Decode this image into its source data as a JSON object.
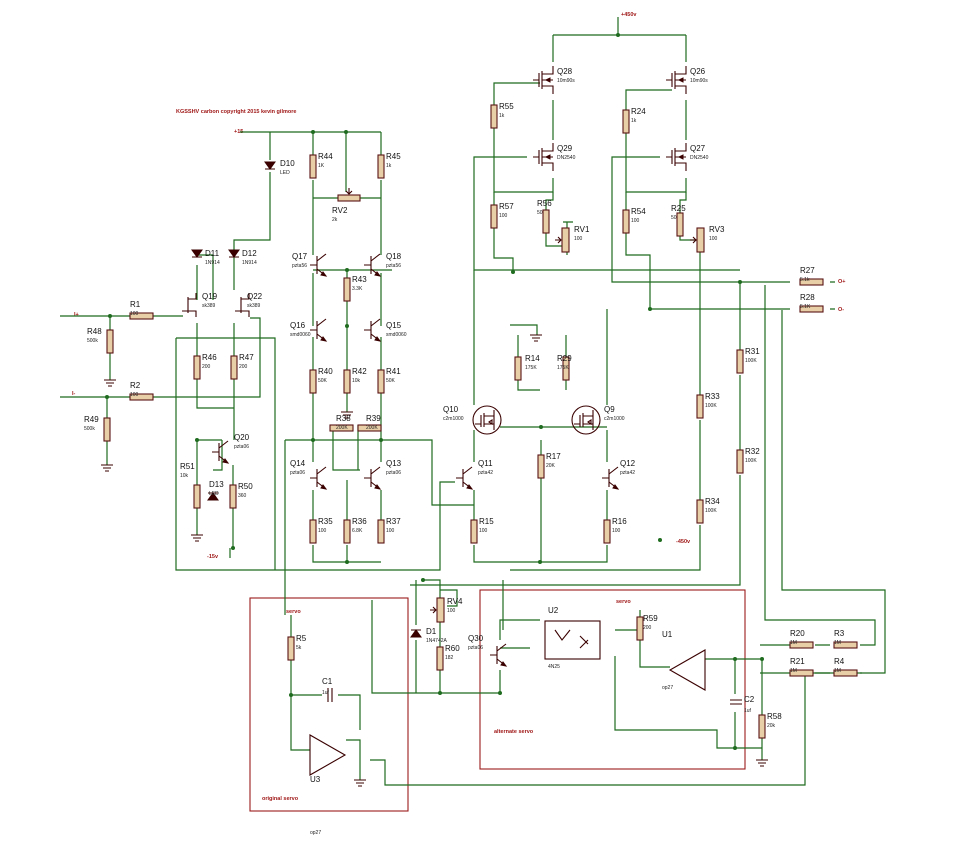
{
  "title": "KGSSHV carbon copyright 2015 kevin gilmore",
  "rails": {
    "p450": "+450v",
    "p15": "+15",
    "m15": "-15v",
    "m450": "-450v"
  },
  "io": {
    "in_p": "I+",
    "in_m": "I-",
    "out_p": "O+",
    "out_m": "O-"
  },
  "boxes": {
    "original": "original servo",
    "alternate": "alternate servo",
    "servo_a": "servo",
    "servo_b": "servo"
  },
  "resistors": [
    {
      "ref": "R1",
      "val": "100"
    },
    {
      "ref": "R2",
      "val": "100"
    },
    {
      "ref": "R48",
      "val": "500k"
    },
    {
      "ref": "R49",
      "val": "500k"
    },
    {
      "ref": "R46",
      "val": "200"
    },
    {
      "ref": "R47",
      "val": "200"
    },
    {
      "ref": "R51",
      "val": "10k"
    },
    {
      "ref": "R50",
      "val": "360"
    },
    {
      "ref": "R44",
      "val": "1K"
    },
    {
      "ref": "R45",
      "val": "1k"
    },
    {
      "ref": "R43",
      "val": "3.3K"
    },
    {
      "ref": "R40",
      "val": "50K"
    },
    {
      "ref": "R42",
      "val": "10k"
    },
    {
      "ref": "R41",
      "val": "50K"
    },
    {
      "ref": "R38",
      "val": "200K"
    },
    {
      "ref": "R39",
      "val": "200K"
    },
    {
      "ref": "R35",
      "val": "100"
    },
    {
      "ref": "R36",
      "val": "6.8K"
    },
    {
      "ref": "R37",
      "val": "100"
    },
    {
      "ref": "R55",
      "val": "1k"
    },
    {
      "ref": "R57",
      "val": "100"
    },
    {
      "ref": "R56",
      "val": "50"
    },
    {
      "ref": "R24",
      "val": "1k"
    },
    {
      "ref": "R54",
      "val": "100"
    },
    {
      "ref": "R25",
      "val": "50"
    },
    {
      "ref": "R14",
      "val": "175K"
    },
    {
      "ref": "R29",
      "val": "175K"
    },
    {
      "ref": "R17",
      "val": "20K"
    },
    {
      "ref": "R15",
      "val": "100"
    },
    {
      "ref": "R16",
      "val": "100"
    },
    {
      "ref": "R31",
      "val": "100K"
    },
    {
      "ref": "R33",
      "val": "100K"
    },
    {
      "ref": "R32",
      "val": "100K"
    },
    {
      "ref": "R34",
      "val": "100K"
    },
    {
      "ref": "R27",
      "val": "5.1k"
    },
    {
      "ref": "R28",
      "val": "5.1K"
    },
    {
      "ref": "R5",
      "val": "5k"
    },
    {
      "ref": "R60",
      "val": "182"
    },
    {
      "ref": "R59",
      "val": "200"
    },
    {
      "ref": "R20",
      "val": "1M"
    },
    {
      "ref": "R3",
      "val": "1M"
    },
    {
      "ref": "R21",
      "val": "1M"
    },
    {
      "ref": "R4",
      "val": "1M"
    },
    {
      "ref": "R58",
      "val": "20k"
    }
  ],
  "pots": [
    {
      "ref": "RV2",
      "val": "2k"
    },
    {
      "ref": "RV1",
      "val": "100"
    },
    {
      "ref": "RV3",
      "val": "100"
    },
    {
      "ref": "RV4",
      "val": "100"
    }
  ],
  "transistors": [
    {
      "ref": "Q19",
      "val": "sk389"
    },
    {
      "ref": "Q22",
      "val": "sk389"
    },
    {
      "ref": "Q20",
      "val": "pzta06"
    },
    {
      "ref": "Q17",
      "val": "pzta56"
    },
    {
      "ref": "Q18",
      "val": "pzta56"
    },
    {
      "ref": "Q16",
      "val": "smd0060"
    },
    {
      "ref": "Q15",
      "val": "smd0060"
    },
    {
      "ref": "Q14",
      "val": "pzta06"
    },
    {
      "ref": "Q13",
      "val": "pzta06"
    },
    {
      "ref": "Q28",
      "val": "10m90s"
    },
    {
      "ref": "Q29",
      "val": "DN2540"
    },
    {
      "ref": "Q26",
      "val": "10m90s"
    },
    {
      "ref": "Q27",
      "val": "DN2540"
    },
    {
      "ref": "Q10",
      "val": "c2m1000"
    },
    {
      "ref": "Q9",
      "val": "c2m1000"
    },
    {
      "ref": "Q11",
      "val": "pzta42"
    },
    {
      "ref": "Q12",
      "val": "pzta42"
    },
    {
      "ref": "Q30",
      "val": "pzta06"
    }
  ],
  "diodes": [
    {
      "ref": "D10",
      "val": "LED"
    },
    {
      "ref": "D11",
      "val": "1N914"
    },
    {
      "ref": "D12",
      "val": "1N914"
    },
    {
      "ref": "D13",
      "val": "LED"
    },
    {
      "ref": "D1",
      "val": "1N4742A"
    }
  ],
  "ics": [
    {
      "ref": "U2",
      "val": "4N25"
    },
    {
      "ref": "U1",
      "val": "op27"
    },
    {
      "ref": "U3",
      "val": "op27"
    }
  ],
  "caps": [
    {
      "ref": "C1",
      "val": "1uf"
    },
    {
      "ref": "C2",
      "val": "1uf"
    }
  ]
}
